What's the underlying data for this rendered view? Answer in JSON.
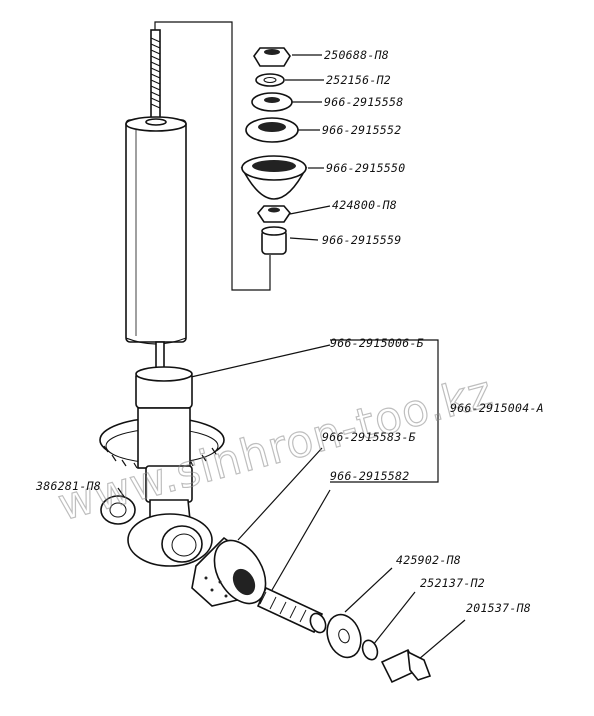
{
  "labels": {
    "l1": "250688-П8",
    "l2": "252156-П2",
    "l3": "966-2915558",
    "l4": "966-2915552",
    "l5": "966-2915550",
    "l6": "424800-П8",
    "l7": "966-2915559",
    "l8": "966-2915006-Б",
    "l9": "966-2915004-А",
    "l10": "966-2915583-Б",
    "l11": "386281-П8",
    "l12": "966-2915582",
    "l13": "425902-П8",
    "l14": "252137-П2",
    "l15": "201537-П8"
  },
  "watermark": "www.sinhron-too.kz"
}
